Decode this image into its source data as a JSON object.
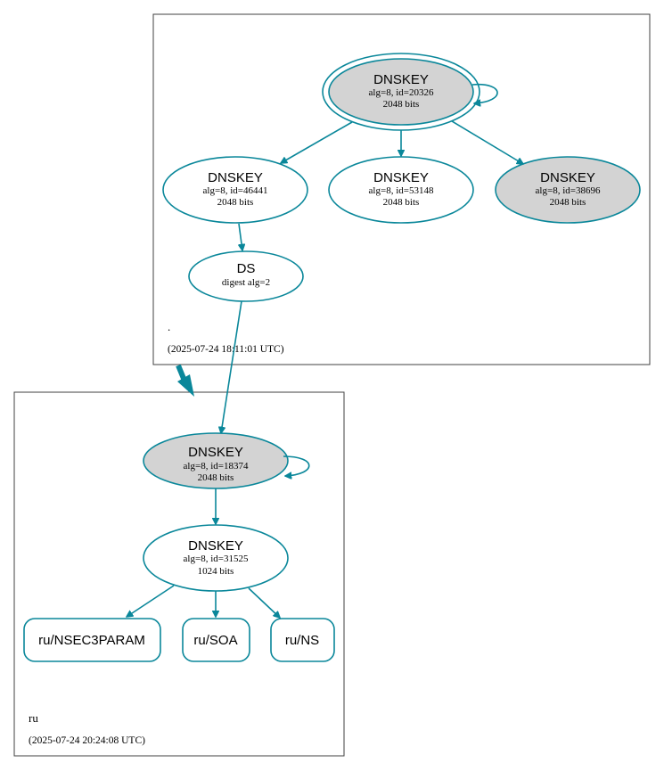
{
  "colors": {
    "edge": "#0a879a",
    "filled_node": "#d3d3d3",
    "plain_node": "#ffffff",
    "border": "#404040"
  },
  "zones": {
    "root": {
      "name": ".",
      "timestamp": "(2025-07-24 18:11:01 UTC)",
      "nodes": {
        "ksk": {
          "title": "DNSKEY",
          "line1": "alg=8, id=20326",
          "line2": "2048 bits",
          "filled": true,
          "double_border": true
        },
        "zsk1": {
          "title": "DNSKEY",
          "line1": "alg=8, id=46441",
          "line2": "2048 bits",
          "filled": false
        },
        "zsk2": {
          "title": "DNSKEY",
          "line1": "alg=8, id=53148",
          "line2": "2048 bits",
          "filled": false
        },
        "zsk3": {
          "title": "DNSKEY",
          "line1": "alg=8, id=38696",
          "line2": "2048 bits",
          "filled": true
        },
        "ds": {
          "title": "DS",
          "line1": "digest alg=2"
        }
      }
    },
    "ru": {
      "name": "ru",
      "timestamp": "(2025-07-24 20:24:08 UTC)",
      "nodes": {
        "ksk": {
          "title": "DNSKEY",
          "line1": "alg=8, id=18374",
          "line2": "2048 bits",
          "filled": true
        },
        "zsk": {
          "title": "DNSKEY",
          "line1": "alg=8, id=31525",
          "line2": "1024 bits",
          "filled": false
        },
        "nsec3param": {
          "label": "ru/NSEC3PARAM"
        },
        "soa": {
          "label": "ru/SOA"
        },
        "ns": {
          "label": "ru/NS"
        }
      }
    }
  }
}
